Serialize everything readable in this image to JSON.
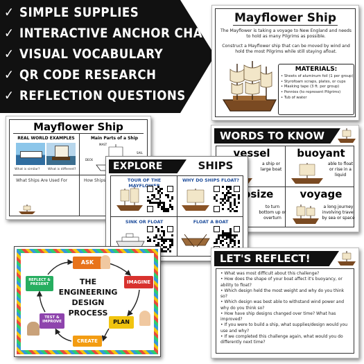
{
  "banner": {
    "items": [
      "SIMPLE SUPPLIES",
      "INTERACTIVE ANCHOR CHARTS",
      "VISUAL VOCABULARY",
      "QR CODE RESEARCH",
      "REFLECTION QUESTIONS"
    ],
    "check_icon": "check-icon"
  },
  "mayflower_card": {
    "title": "Mayflower Ship",
    "intro": "The Mayflower is taking a voyage to New England and needs to hold as many Pilgrims as possible.",
    "task": "Construct a Mayflower ship that can be moved by wind and hold the most Pilgrims while still staying afloat.",
    "materials_title": "MATERIALS:",
    "materials": [
      "Sheets of aluminum foil (1 per group)",
      "Styrofoam scraps, plates, or cups",
      "Masking tape (3 ft. per group)",
      "Pennies (to represent Pilgrims)",
      "Tub of water"
    ]
  },
  "anchor_card": {
    "title": "Mayflower Ship",
    "col1": "REAL WORLD EXAMPLES",
    "col2": "Main Parts of a Ship",
    "q1": "What is similar?",
    "q2": "What is different?",
    "row2a": "What Ships Are Used For",
    "row2b": "How Ships M",
    "part_labels": [
      "MAST",
      "DECK",
      "SAIL"
    ]
  },
  "explore_card": {
    "explore": "EXPLORE",
    "ships": "SHIPS",
    "cells": [
      "TOUR OF THE MAYFLOWER",
      "WHY DO SHIPS FLOAT?",
      "SINK OR FLOAT",
      "FLOAT A BOAT"
    ]
  },
  "words_card": {
    "title": "WORDS TO KNOW",
    "words": [
      {
        "word": "vessel",
        "def": "a ship or large boat"
      },
      {
        "word": "buoyant",
        "def": "able to float or rise in a liquid"
      },
      {
        "word": "capsize",
        "def": "to turn bottom up or overturn"
      },
      {
        "word": "voyage",
        "def": "a long journey involving travel by sea or space"
      }
    ]
  },
  "process_card": {
    "title_lines": [
      "THE",
      "ENGINEERING",
      "DESIGN",
      "PROCESS"
    ],
    "steps": [
      "ASK",
      "IMAGINE",
      "PLAN",
      "CREATE",
      "TEST & IMPROVE",
      "REFLECT & PRESENT"
    ]
  },
  "reflect_card": {
    "title": "LET'S REFLECT!",
    "questions": [
      "What was most difficult about this challenge?",
      "How does the shape of your boat affect it's buoyancy, or ability to float?",
      "Which design held the most weight and why do you think so?",
      "Which design was best able to withstand wind power and why do you think so?",
      "How have ship designs changed over time? What has improved?",
      "If you were to build a ship, what supplies/design would you use and why?",
      "If we completed this challenge again, what would you do differently next time?"
    ]
  },
  "colors": {
    "banner": "#111111",
    "ask": "#e8731a",
    "imagine": "#d8322e",
    "plan": "#f1c40f",
    "create": "#f39c12",
    "test": "#8e44ad",
    "reflect": "#27ae60"
  }
}
